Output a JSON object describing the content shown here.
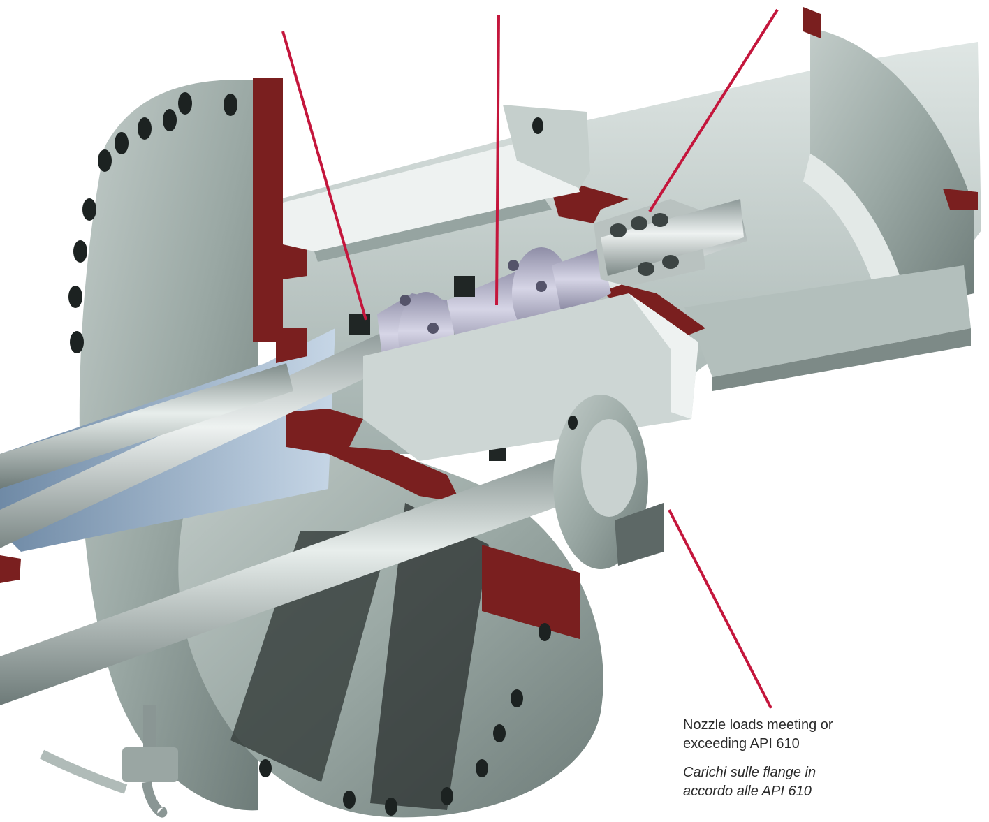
{
  "callout": {
    "english_line1": "Nozzle loads meeting or",
    "english_line2": "exceeding API 610",
    "italian_line1": "Carichi sulle flange in",
    "italian_line2": "accordo alle API 610"
  },
  "colors": {
    "background": "#ffffff",
    "leader_line": "#c4163c",
    "steel": "#9faeaa",
    "cut_section": "#7a1f1f",
    "shaft": "#c9cfcf",
    "coupling": "#a9a8bd",
    "bore": "#9fb4c8"
  }
}
